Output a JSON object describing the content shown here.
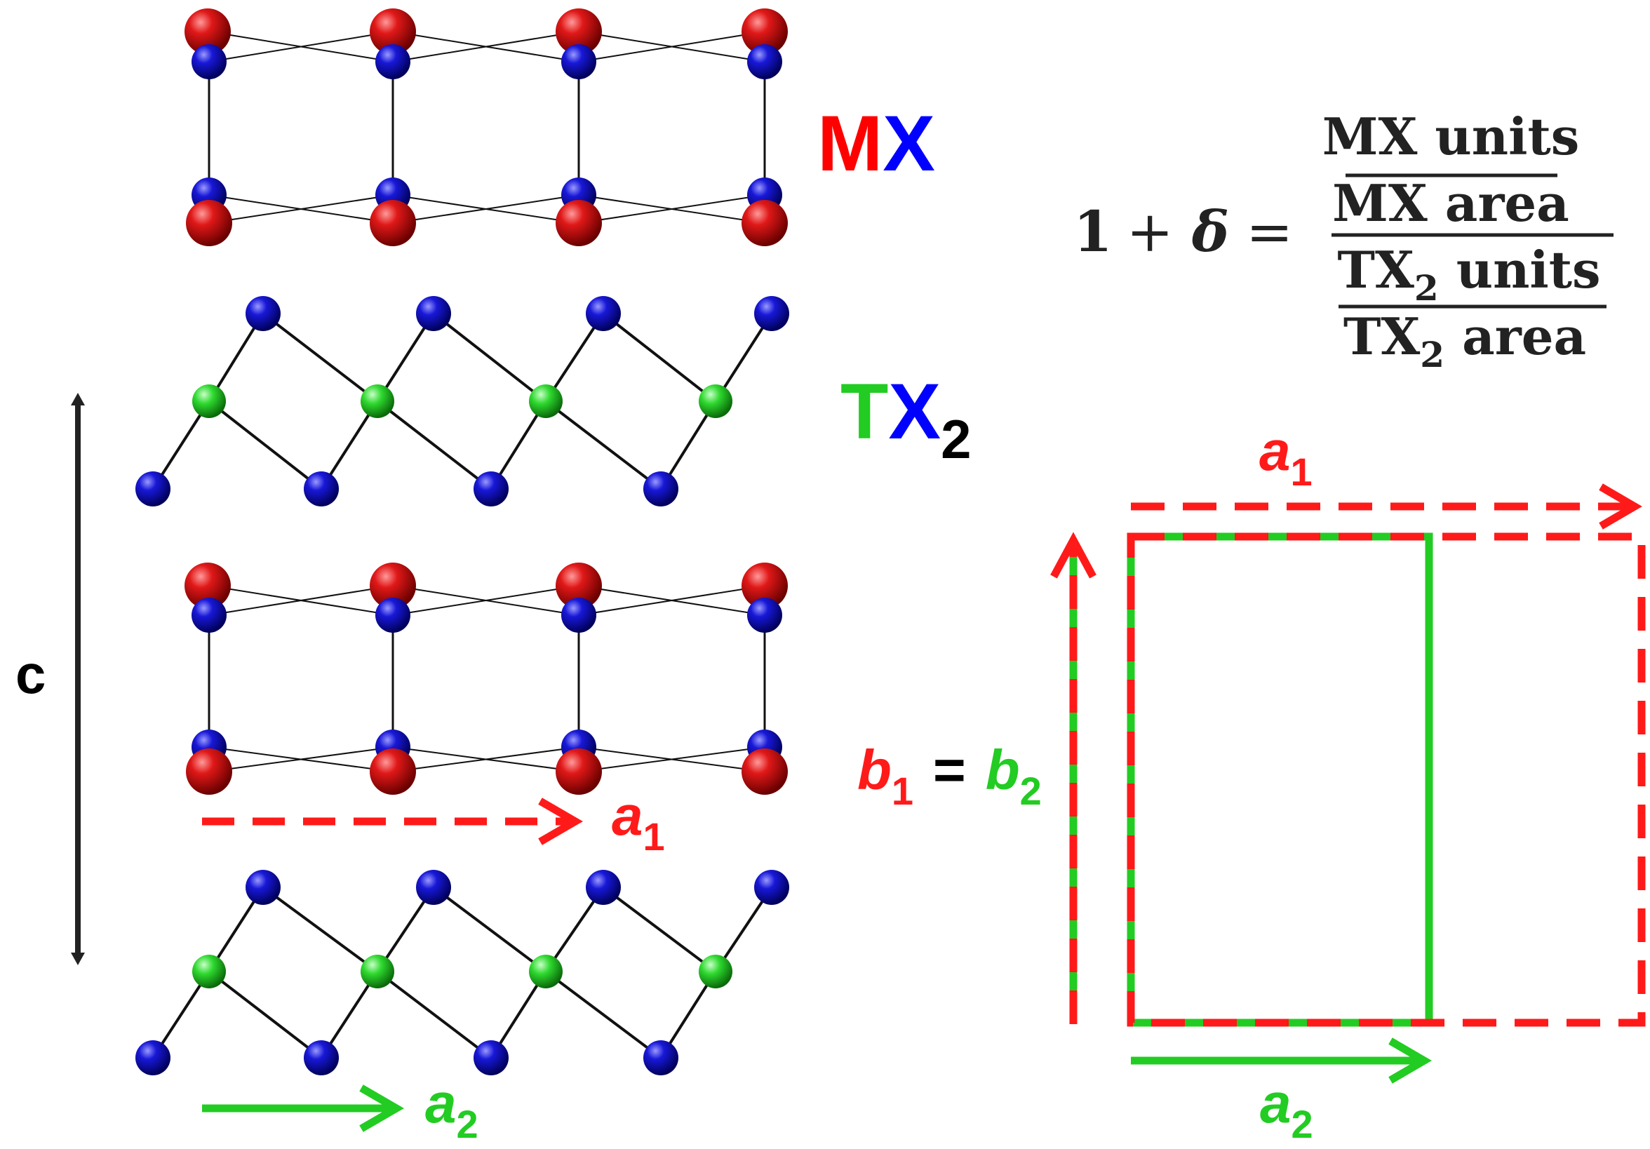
{
  "colors": {
    "metal_atom": "#d01010",
    "chalcogen_atom": "#1010c8",
    "transition_metal_atom": "#22c822",
    "red_label": "#ff0000",
    "blue_label": "#0000ff",
    "green_label": "#22cc22",
    "bond": "#111111"
  },
  "layers": {
    "mx_label_m": "M",
    "mx_label_x": "X",
    "tx2_label_t": "T",
    "tx2_label_x": "X",
    "tx2_label_sub": "2"
  },
  "lattice": {
    "c_label": "c",
    "a1_label": "a",
    "a1_sub": "1",
    "a2_label": "a",
    "a2_sub": "2",
    "b1_label": "b",
    "b1_sub": "1",
    "equals": "=",
    "b2_label": "b",
    "b2_sub": "2"
  },
  "equation": {
    "lhs_one": "1",
    "lhs_plus": "+",
    "lhs_delta": "δ",
    "lhs_equals": "=",
    "num_top": "MX units",
    "num_bottom": "MX area",
    "den_top_pre": "TX",
    "den_top_sub": "2",
    "den_top_post": " units",
    "den_bottom_pre": "TX",
    "den_bottom_sub": "2",
    "den_bottom_post": " area"
  }
}
